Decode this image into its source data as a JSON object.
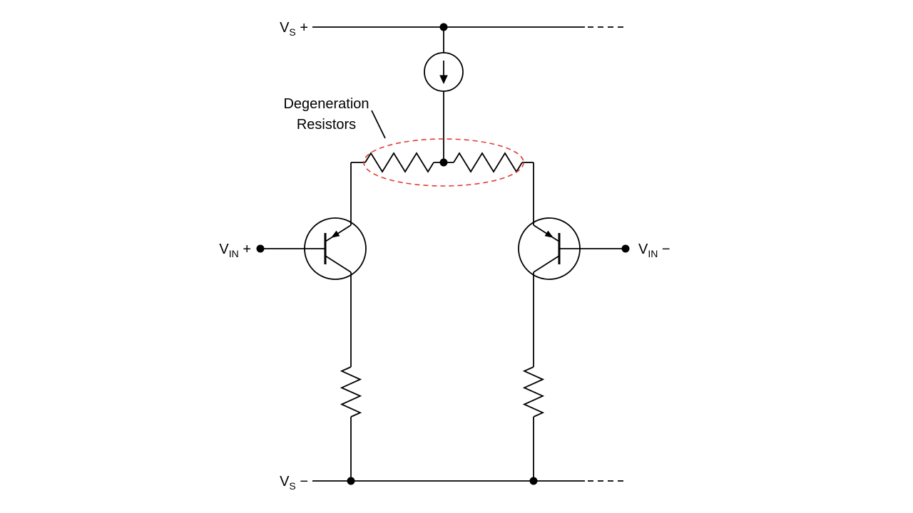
{
  "labels": {
    "vs_plus": {
      "base": "V",
      "sub": "S",
      "sign": "+"
    },
    "vs_minus": {
      "base": "V",
      "sub": "S",
      "sign": "−"
    },
    "vin_plus": {
      "base": "V",
      "sub": "IN",
      "sign": "+"
    },
    "vin_minus": {
      "base": "V",
      "sub": "IN",
      "sign": "−"
    },
    "annotation": {
      "line1": "Degeneration",
      "line2": "Resistors"
    }
  },
  "components": {
    "current_source": "current-source-arrow-down",
    "left_transistor": "pnp-transistor",
    "right_transistor": "pnp-transistor",
    "degeneration_resistor_left": "resistor",
    "degeneration_resistor_right": "resistor",
    "load_resistor_left": "resistor",
    "load_resistor_right": "resistor"
  },
  "colors": {
    "wire": "#000000",
    "highlight": "#e53935",
    "background": "#ffffff"
  }
}
